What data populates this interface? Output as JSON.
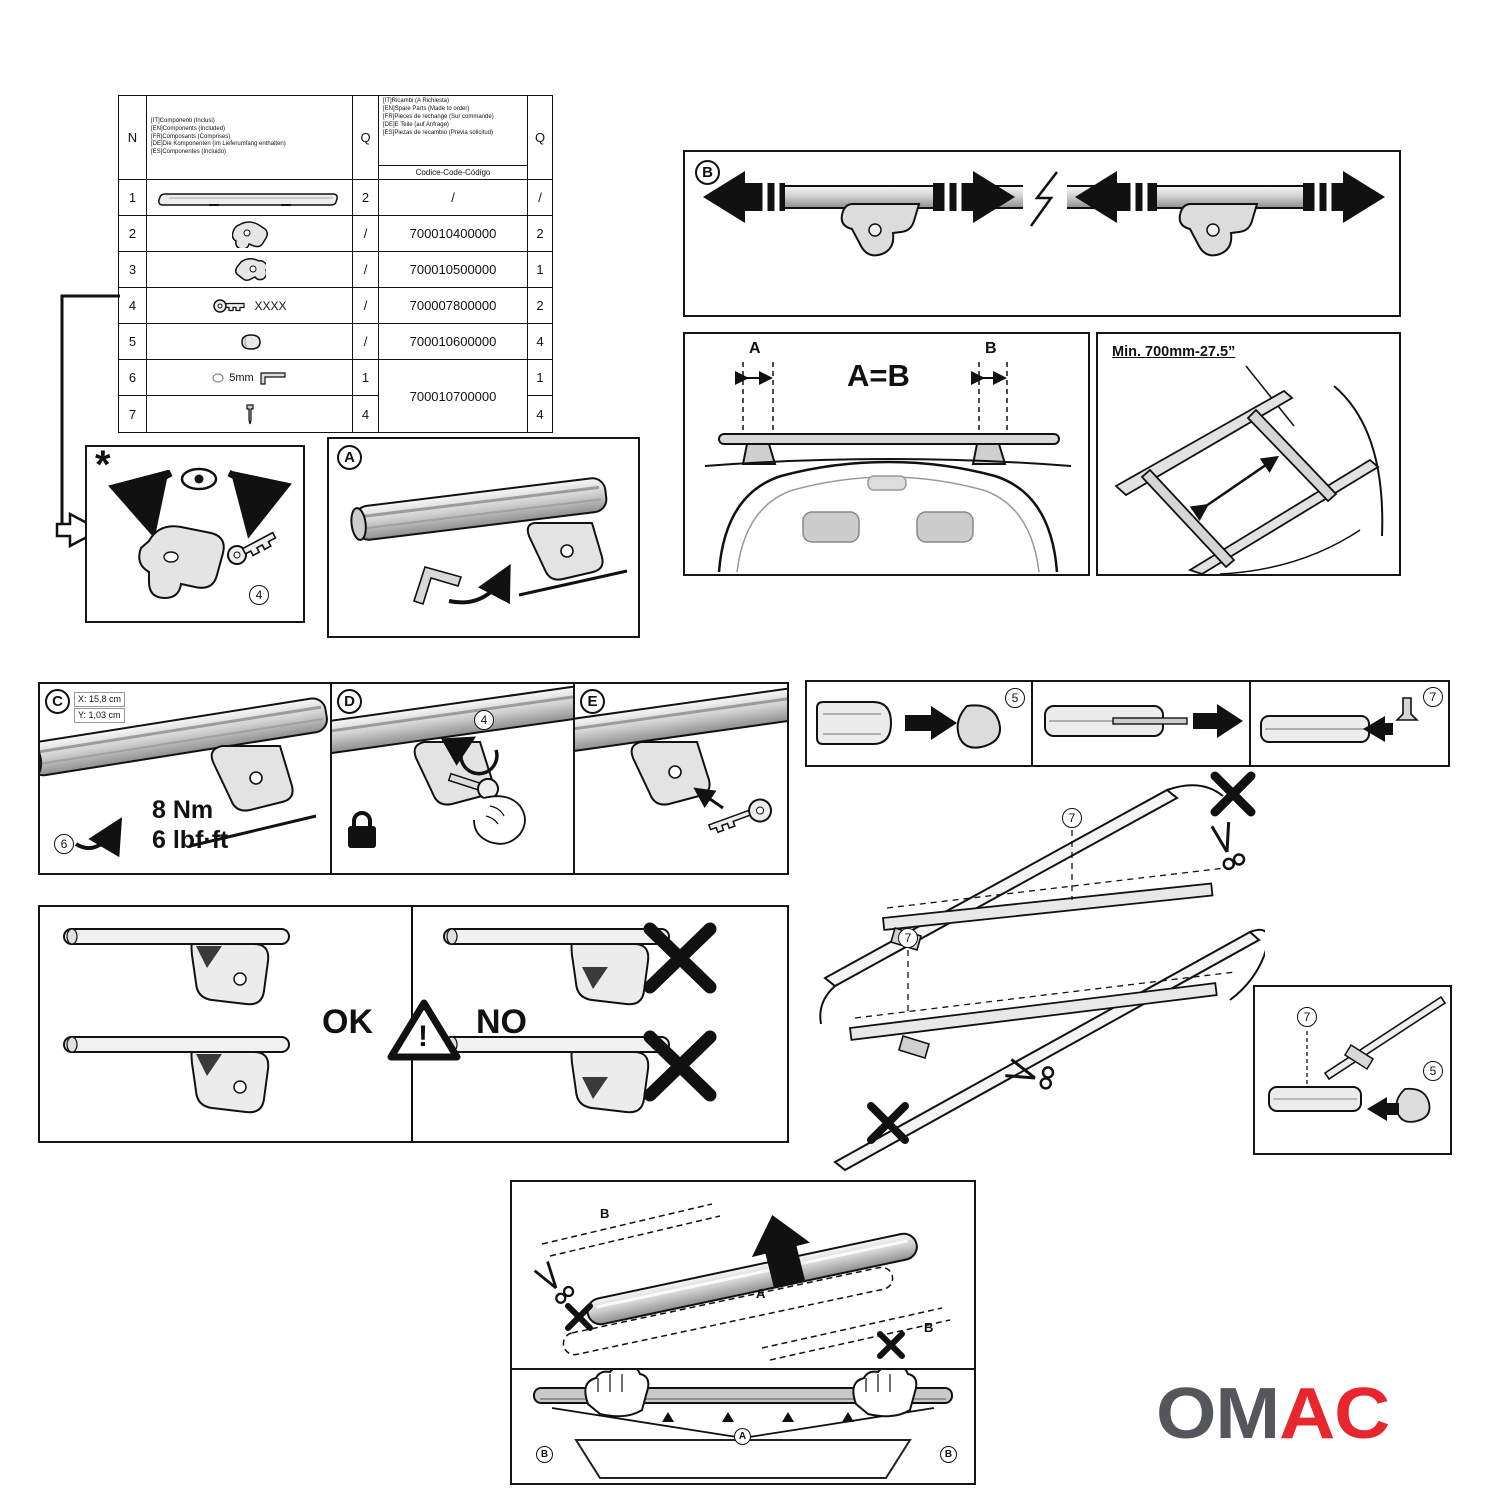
{
  "table": {
    "n_header": "N",
    "q_header": "Q",
    "q_header2": "Q",
    "included_lines": [
      "[IT]Componenti (Inclusi)",
      "[EN]Components (Included)",
      "[FR]Composants (Comprises)",
      "[DE]Die Komponenten (im Lieferumfang enthalten)",
      "[ES]Componentes (Incluido)"
    ],
    "spare_lines": [
      "[IT]Ricambi (A Richiesta)",
      "[EN]Spare Parts (Made to order)",
      "[FR]Pieces de rechange (Sur commande)",
      "[DE]E Teile (auf Anfrage)",
      "[ES]Piezas de recambio (Previa solicitud)"
    ],
    "code_label": "Codice-Code-Código",
    "rows": [
      {
        "n": "1",
        "icon": "cross-bar-icon",
        "qty": "2",
        "code": "/",
        "spare": "/"
      },
      {
        "n": "2",
        "icon": "clamp-foot-icon",
        "qty": "/",
        "code": "700010400000",
        "spare": "2"
      },
      {
        "n": "3",
        "icon": "clamp-bracket-icon",
        "qty": "/",
        "code": "700010500000",
        "spare": "1"
      },
      {
        "n": "4",
        "icon": "key-icon",
        "part_label": "XXXX",
        "qty": "/",
        "code": "700007800000",
        "spare": "2"
      },
      {
        "n": "5",
        "icon": "end-cap-icon",
        "qty": "/",
        "code": "700010600000",
        "spare": "4"
      },
      {
        "n": "6",
        "icon": "allen-key-icon",
        "part_label": "5mm",
        "qty": "1",
        "code": "700010700000",
        "spare": "1"
      },
      {
        "n": "7",
        "icon": "screw-icon",
        "qty": "4",
        "spare": "4"
      }
    ]
  },
  "badges": {
    "star": "*",
    "a": "A",
    "b": "B",
    "c": "C",
    "d": "D",
    "e": "E"
  },
  "refs": {
    "r4": "4",
    "r5": "5",
    "r6": "6",
    "r7": "7"
  },
  "dims": {
    "a": "A",
    "b": "B",
    "a_eq_b": "A=B",
    "min_length": "Min. 700mm-27.5”",
    "x": "X: 15,8 cm",
    "y": "Y: 1,03 cm",
    "torque_nm": "8 Nm",
    "torque_lbf": "6 lbf·ft"
  },
  "decision": {
    "ok": "OK",
    "no": "NO",
    "warn": "!"
  },
  "install": {
    "a": "A",
    "b": "B"
  },
  "hands": {
    "a": "A",
    "b": "B"
  },
  "logo": {
    "om": "OM",
    "ac": "AC"
  },
  "colors": {
    "logo_om": "#54565b",
    "logo_ac": "#e8262d",
    "line": "#111111"
  }
}
